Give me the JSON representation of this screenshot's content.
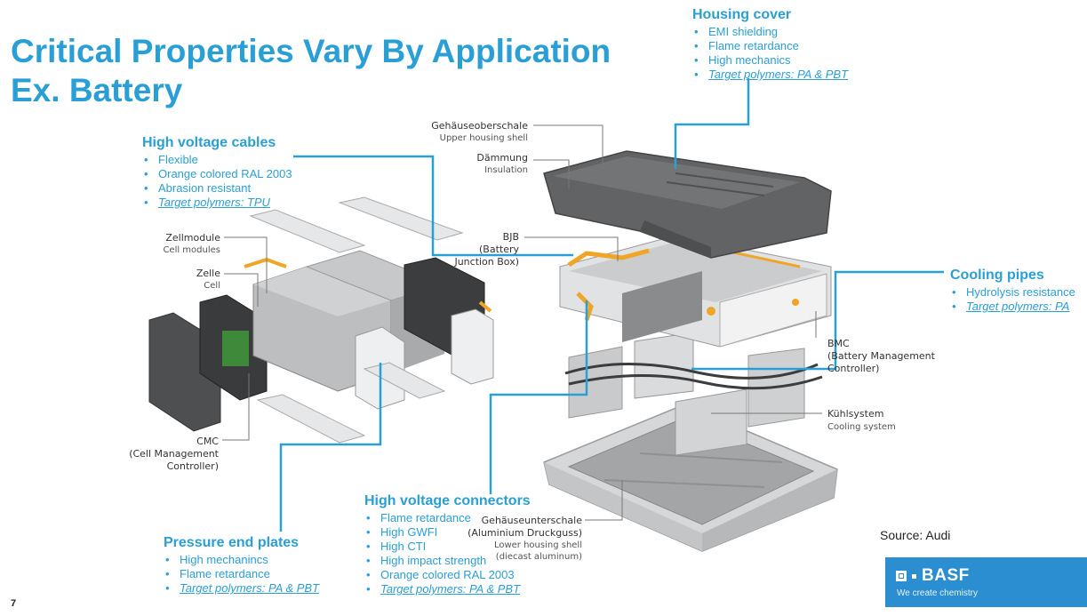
{
  "slide": {
    "title_line1": "Critical Properties Vary By Application",
    "title_line2": "Ex. Battery",
    "source": "Source: Audi",
    "page_number": "7"
  },
  "callouts": {
    "housing_cover": {
      "heading": "Housing cover",
      "items": [
        "EMI shielding",
        "Flame retardance",
        "High mechanics"
      ],
      "target": "Target polymers: PA & PBT"
    },
    "hv_cables": {
      "heading": "High voltage cables",
      "items": [
        "Flexible",
        "Orange colored RAL 2003",
        "Abrasion resistant"
      ],
      "target": "Target polymers: TPU"
    },
    "cooling_pipes": {
      "heading": "Cooling pipes",
      "items": [
        "Hydrolysis resistance"
      ],
      "target": "Target polymers: PA"
    },
    "hv_connectors": {
      "heading": "High voltage connectors",
      "items": [
        "Flame retardance",
        "High GWFI",
        "High CTI",
        "High impact strength",
        "Orange colored RAL 2003"
      ],
      "target": "Target polymers: PA & PBT"
    },
    "pressure_end_plates": {
      "heading": "Pressure end plates",
      "items": [
        "High mechanincs",
        "Flame retardance"
      ],
      "target": "Target polymers: PA & PBT"
    }
  },
  "diagram_labels": {
    "upper_housing_de": "Gehäuseoberschale",
    "upper_housing_en": "Upper housing shell",
    "insulation_de": "Dämmung",
    "insulation_en": "Insulation",
    "bjb_1": "BJB",
    "bjb_2": "(Battery",
    "bjb_3": "Junction Box)",
    "cell_modules_de": "Zellmodule",
    "cell_modules_en": "Cell modules",
    "cell_de": "Zelle",
    "cell_en": "Cell",
    "bmc_1": "BMC",
    "bmc_2": "(Battery Management",
    "bmc_3": "Controller)",
    "cooling_de": "Kühlsystem",
    "cooling_en": "Cooling system",
    "cmc_1": "CMC",
    "cmc_2": "(Cell Management",
    "cmc_3": "Controller)",
    "lower_housing_de": "Gehäuseunterschale",
    "lower_housing_de2": "(Aluminium Druckguss)",
    "lower_housing_en": "Lower housing shell",
    "lower_housing_en2": "(diecast aluminum)"
  },
  "brand": {
    "name": "BASF",
    "tagline": "We create chemistry"
  },
  "colors": {
    "accent": "#2a9fd6",
    "brand_blue": "#2a8ed0",
    "housing_gray": "#5d5e60",
    "connector_orange": "#f0a526"
  }
}
